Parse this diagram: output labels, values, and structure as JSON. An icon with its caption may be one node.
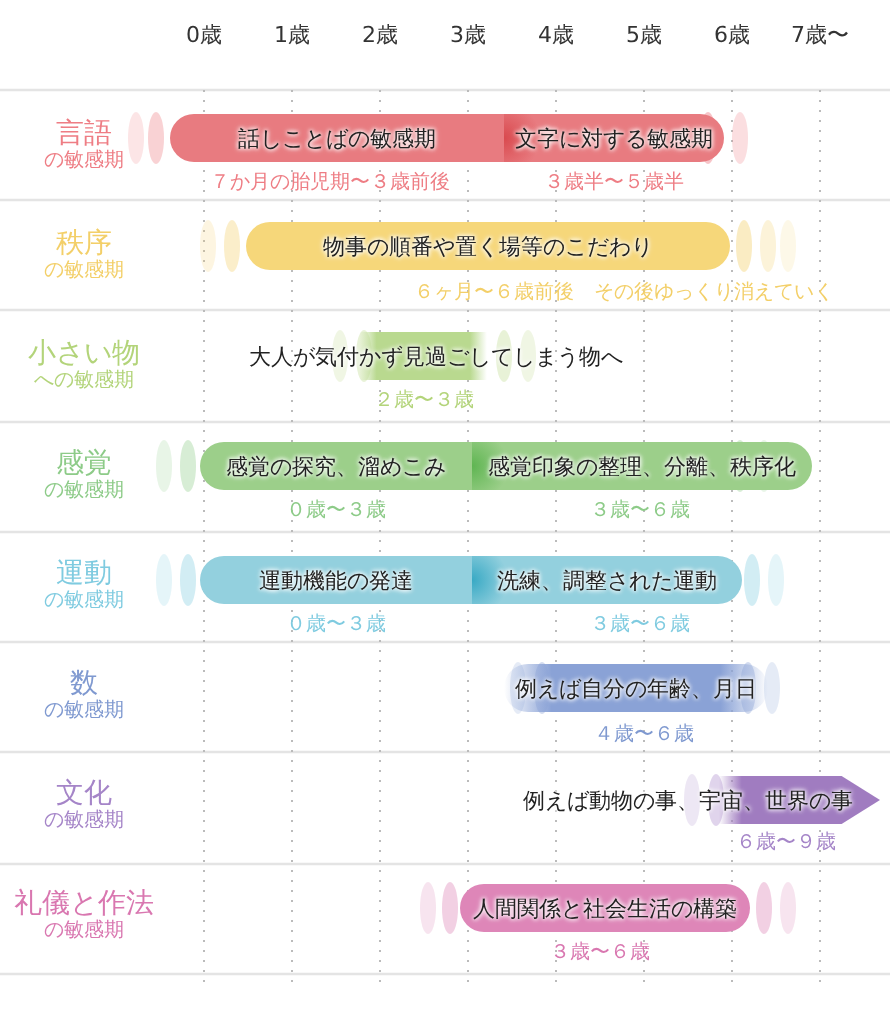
{
  "diagram": {
    "nodes": [
      {
        "text": [
          "話しことばの敏感期"
        ],
        "beside": [
          "７か月の胎児期〜３歳前後"
        ]
      },
      {
        "text": [
          "文字に対する敏感期"
        ],
        "beside": [
          "３歳半〜５歳半"
        ]
      },
      {
        "text": [
          "物事の順番や置く場等のこだわり"
        ],
        "beside": [
          "６ヶ月〜６歳前後",
          "その後ゆっくり消えていく"
        ]
      },
      {
        "text": [
          "大人が気付かず見過ごしてしまう物へ"
        ],
        "beside": [
          "２歳〜３歳"
        ]
      },
      {
        "text": [
          "感覚の探究、溜めこみ"
        ],
        "beside": [
          "０歳〜３歳"
        ]
      },
      {
        "text": [
          "感覚印象の整理、分離、秩序化"
        ],
        "beside": [
          "３歳〜６歳"
        ]
      },
      {
        "text": [
          "運動機能の発達"
        ],
        "beside": [
          "０歳〜３歳"
        ]
      },
      {
        "text": [
          "洗練、調整された運動"
        ],
        "beside": [
          "３歳〜６歳"
        ]
      },
      {
        "text": [
          "例えば自分の年齢、月日"
        ],
        "beside": [
          "４歳〜６歳"
        ]
      },
      {
        "text": [
          "例えば動物の事、宇宙、世界の事"
        ],
        "beside": [
          "６歳〜９歳"
        ]
      },
      {
        "text": [
          "人間関係と社会生活の構築"
        ],
        "beside": [
          "３歳〜６歳"
        ]
      }
    ],
    "edges": [],
    "labels": [
      "0歳",
      "1歳",
      "2歳",
      "3歳",
      "4歳",
      "5歳",
      "6歳",
      "7歳〜",
      "言語",
      "の敏感期",
      "秩序",
      "の敏感期",
      "小さい物",
      "への敏感期",
      "感覚",
      "の敏感期",
      "運動",
      "の敏感期",
      "数",
      "の敏感期",
      "文化",
      "の敏感期",
      "礼儀と作法",
      "の敏感期"
    ]
  }
}
